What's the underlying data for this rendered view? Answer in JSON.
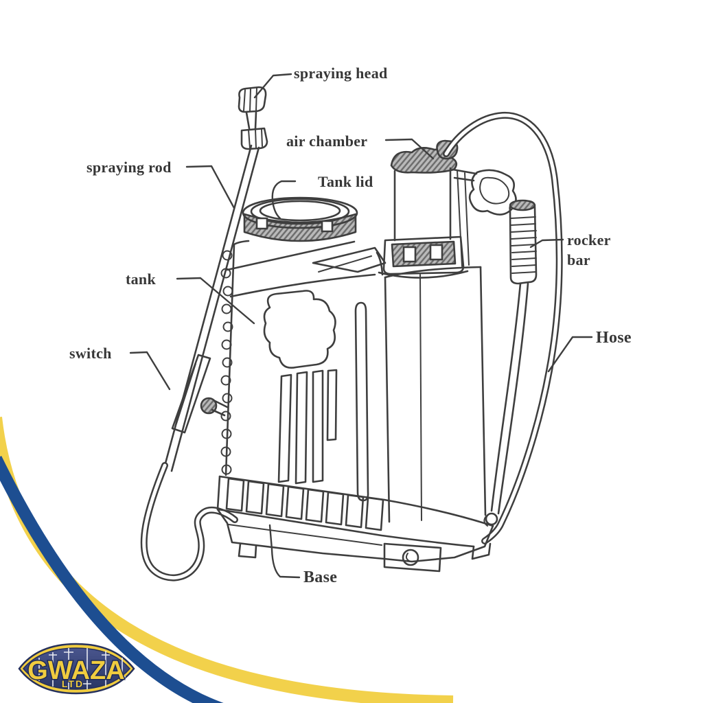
{
  "labels": {
    "spraying_head": "spraying head",
    "air_chamber": "air chamber",
    "tank_lid": "Tank lid",
    "spraying_rod": "spraying rod",
    "tank": "tank",
    "switch": "switch",
    "rocker_bar_line1": "rocker",
    "rocker_bar_line2": "bar",
    "hose": "Hose",
    "base": "Base"
  },
  "logo": {
    "name": "GWAZA",
    "suffix": "LTD"
  },
  "colors": {
    "stripe_yellow": "#F2D14B",
    "stripe_blue": "#1D4E91",
    "logo_navy": "#333F70",
    "logo_yellow": "#F0CC3F",
    "ink": "#3E3E3E"
  }
}
